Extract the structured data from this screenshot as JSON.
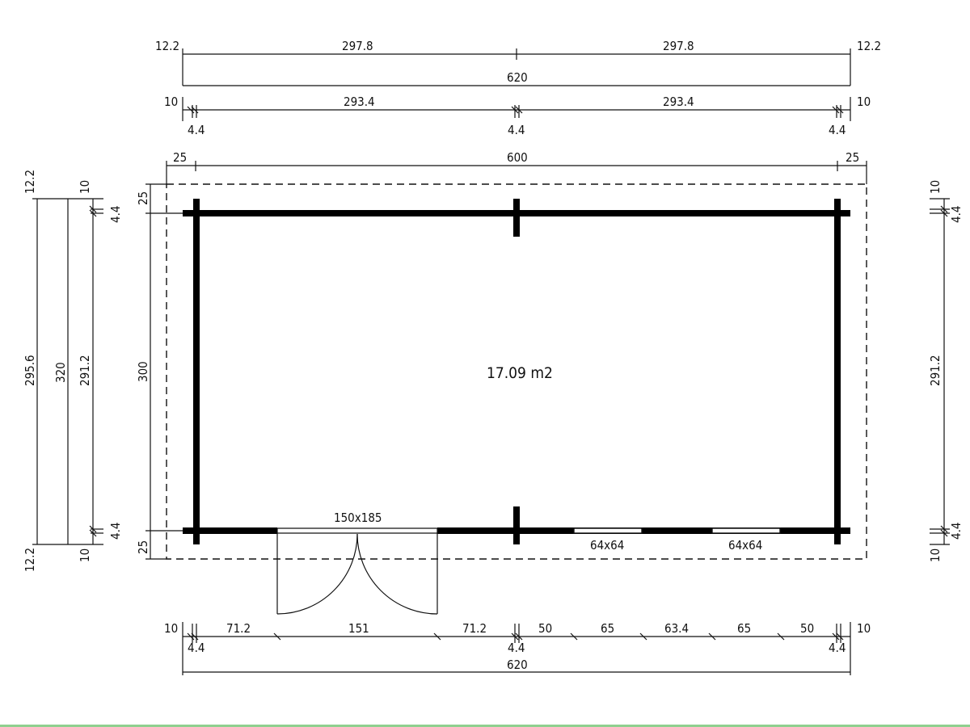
{
  "colors": {
    "line": "#111111",
    "wall": "#000000",
    "background": "#ffffff"
  },
  "area_label": "17.09 m2",
  "top_dims": {
    "row1": {
      "left_end": "12.2",
      "left_span": "297.8",
      "right_span": "297.8",
      "right_end": "12.2"
    },
    "row2": {
      "total": "620"
    },
    "row3": {
      "left_end": "10",
      "left_span": "293.4",
      "right_span": "293.4",
      "right_end": "10",
      "gap_left": "4.4",
      "gap_mid": "4.4",
      "gap_right": "4.4"
    }
  },
  "inner_top": {
    "left_overhang": "25",
    "span": "600",
    "right_overhang": "25"
  },
  "left_vertical": {
    "overhang_top": "25",
    "depth": "300",
    "overhang_bottom": "25"
  },
  "far_left_dims": {
    "top_end": "12.2",
    "overall": "295.6",
    "middle": "320",
    "inner": "291.2",
    "bottom_end": "12.2",
    "top_ten": "10",
    "top_gap": "4.4",
    "bottom_gap": "4.4",
    "bottom_ten": "10"
  },
  "right_dims": {
    "top_ten": "10",
    "top_gap": "4.4",
    "inner": "291.2",
    "bottom_gap": "4.4",
    "bottom_ten": "10"
  },
  "openings": {
    "door_label": "150x185",
    "window1_label": "64x64",
    "window2_label": "64x64"
  },
  "bottom_dims": {
    "row1": {
      "left_end": "10",
      "seg1": "71.2",
      "seg2": "151",
      "seg3": "71.2",
      "seg4": "50",
      "seg5": "65",
      "seg6": "63.4",
      "seg7": "65",
      "seg8": "50",
      "right_end": "10",
      "gap_left": "4.4",
      "gap_mid": "4.4",
      "gap_right": "4.4"
    },
    "row2": {
      "total": "620"
    }
  }
}
